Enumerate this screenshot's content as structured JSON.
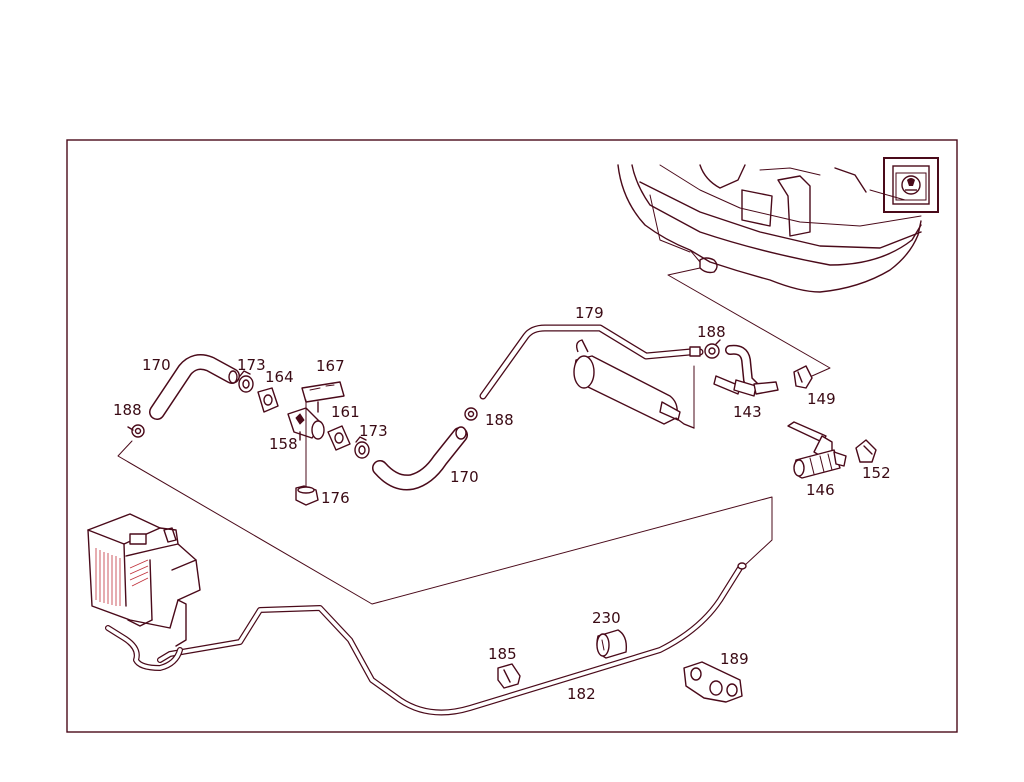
{
  "labels": {
    "p170a": "170",
    "p173a": "173",
    "p164": "164",
    "p167": "167",
    "p188a": "188",
    "p158": "158",
    "p161": "161",
    "p173b": "173",
    "p176": "176",
    "p170b": "170",
    "p179": "179",
    "p188b": "188",
    "p188c": "188",
    "p143": "143",
    "p149": "149",
    "p146": "146",
    "p152": "152",
    "p230": "230",
    "p185": "185",
    "p189": "189",
    "p182": "182"
  },
  "colors": {
    "line": "#4a0a1a",
    "accent_hatch": "#c0303a",
    "background": "#ffffff"
  },
  "icons": {
    "locator": "vehicle-location-icon"
  }
}
